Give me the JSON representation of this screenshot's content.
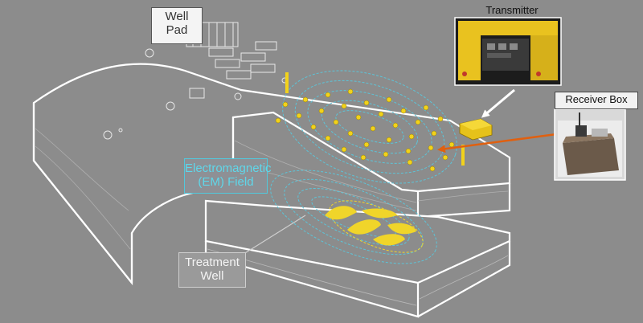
{
  "labels": {
    "well_pad": [
      "Well",
      "Pad"
    ],
    "em_field": [
      "Electromagnetic",
      "(EM) Field"
    ],
    "treatment_well": [
      "Treatment",
      "Well"
    ],
    "transmitter": "Transmitter",
    "receiver_box": "Receiver Box"
  },
  "colors": {
    "background": "#8c8c8c",
    "outline": "#ffffff",
    "sensor": "#f2d21b",
    "em_field_lines": "#5cc4d8",
    "signal_arrow": "#e06010",
    "fracture_zone": "#f0d52a"
  },
  "icons": {
    "transmitter_photo": "transmitter-photo-icon",
    "receiver_photo": "receiver-box-photo-icon"
  }
}
